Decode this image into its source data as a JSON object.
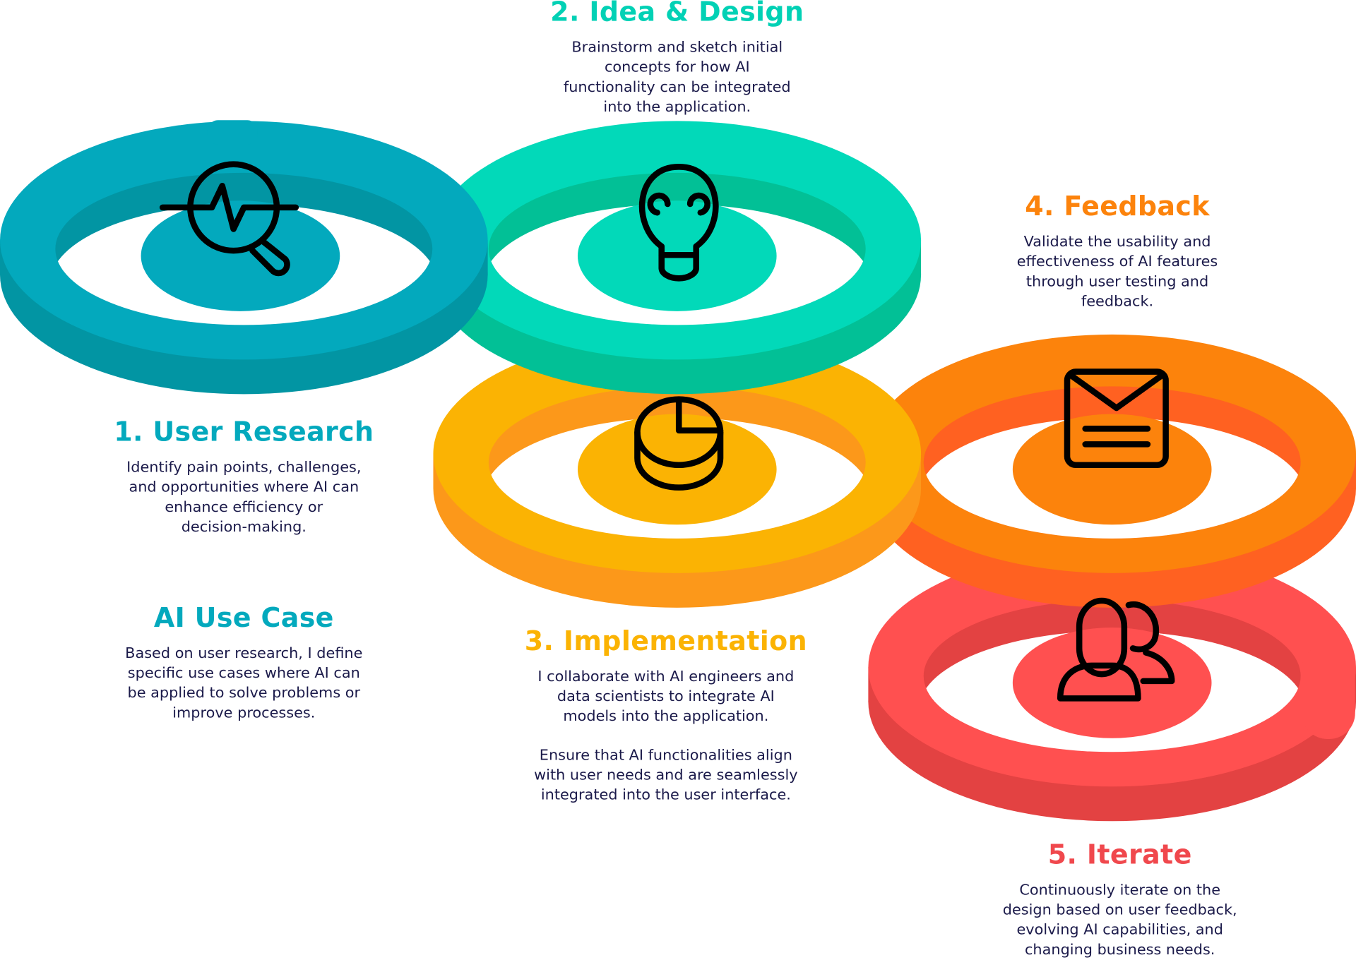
{
  "colors": {
    "teal": "#03a9bd",
    "teal_dark": "#0295a3",
    "green": "#02d9b9",
    "green_dark": "#02c096",
    "yellow": "#fbb303",
    "yellow_dark": "#fc981a",
    "orange": "#fc830c",
    "orange_dark": "#ff6121",
    "red": "#ff5050",
    "red_dark": "#e34242",
    "text": "#1b1a4a"
  },
  "steps": [
    {
      "title": "1. User Research",
      "icon": "magnifier-pulse-icon",
      "lines": [
        "Identify pain points, challenges,",
        "and opportunities where AI can",
        "enhance efficiency or",
        "decision-making."
      ]
    },
    {
      "title": "2. Idea & Design",
      "icon": "lightbulb-icon",
      "lines": [
        "Brainstorm and sketch initial",
        "concepts for how AI",
        "functionality can be integrated",
        "into the application."
      ]
    },
    {
      "title": "3. Implementation",
      "icon": "database-pie-icon",
      "lines": [
        "I collaborate with AI engineers and",
        "data scientists to integrate AI",
        "models into the application."
      ],
      "lines2": [
        "Ensure that AI functionalities align",
        "with user needs and are seamlessly",
        "integrated into the user interface."
      ]
    },
    {
      "title": "4. Feedback",
      "icon": "envelope-icon",
      "lines": [
        "Validate the usability and",
        "effectiveness of AI features",
        "through user testing and",
        "feedback."
      ]
    },
    {
      "title": "5. Iterate",
      "icon": "users-icon",
      "lines": [
        "Continuously iterate on the",
        "design based on user feedback,",
        "evolving AI capabilities, and",
        "changing business needs."
      ]
    }
  ],
  "use_case": {
    "title": "AI Use Case",
    "lines": [
      "Based on user research, I define",
      "specific use cases where AI can",
      "be applied to solve problems or",
      "improve processes."
    ]
  }
}
